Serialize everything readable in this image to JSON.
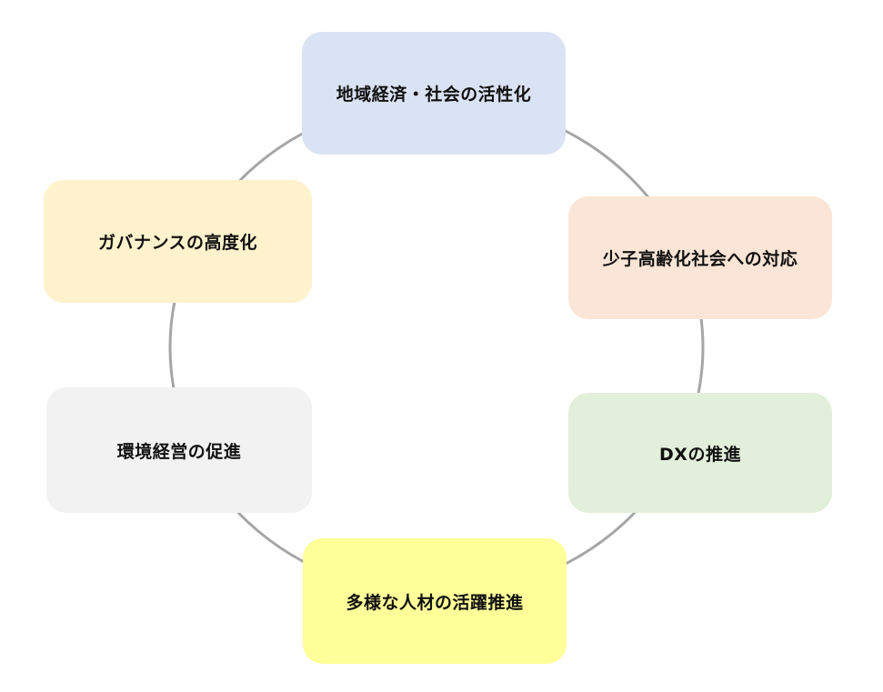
{
  "diagram": {
    "ring_color": "#a6a6a6",
    "nodes": [
      {
        "id": "top",
        "label": "地域経済・社会の活性化",
        "color": "#dae3f3"
      },
      {
        "id": "right1",
        "label": "少子高齢化社会への対応",
        "color": "#fbe5d6"
      },
      {
        "id": "right2",
        "label": "DXの推進",
        "color": "#e2efda"
      },
      {
        "id": "bottom",
        "label": "多様な人材の活躍推進",
        "color": "#ffff99"
      },
      {
        "id": "left2",
        "label": "環境経営の促進",
        "color": "#f2f2f2"
      },
      {
        "id": "left1",
        "label": "ガバナンスの高度化",
        "color": "#fff2cc"
      }
    ]
  }
}
